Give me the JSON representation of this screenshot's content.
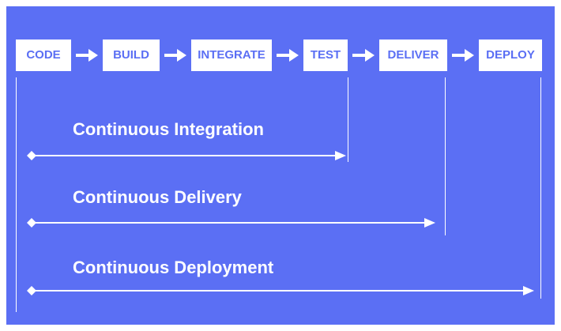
{
  "stages": [
    "CODE",
    "BUILD",
    "INTEGRATE",
    "TEST",
    "DELIVER",
    "DEPLOY"
  ],
  "spans": [
    {
      "label": "Continuous Integration",
      "start_stage": "CODE",
      "end_stage": "TEST"
    },
    {
      "label": "Continuous Delivery",
      "start_stage": "CODE",
      "end_stage": "DELIVER"
    },
    {
      "label": "Continuous Deployment",
      "start_stage": "CODE",
      "end_stage": "DEPLOY"
    }
  ],
  "colors": {
    "background": "#5b6ff4",
    "box": "#ffffff",
    "box_text": "#5b6ff4",
    "lines": "#ffffff"
  },
  "icons": {
    "stage_arrow": "right-arrow-icon",
    "span_arrow": "double-ended-arrow-icon"
  }
}
